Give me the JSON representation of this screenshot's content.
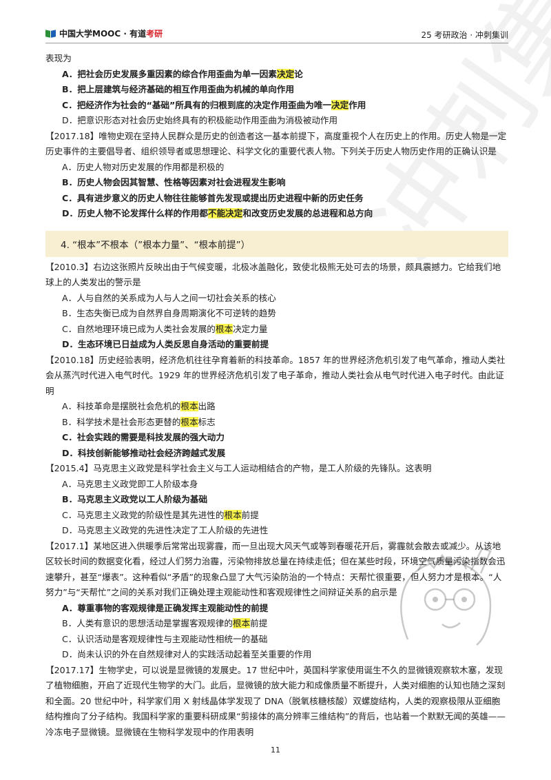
{
  "header": {
    "logo_text_main": "中国大学MOOC · 有道",
    "logo_text_accent": "考研",
    "right_title": "25 考研政治 · 冲刺集训"
  },
  "top": {
    "intro": "表现为",
    "options": [
      {
        "pre": "A．把社会历史发展多重因素的综合作用歪曲为单一因素",
        "hl": "决定",
        "post": "论",
        "bold": true
      },
      {
        "pre": "B．把上层建筑与经济基础的相互作用歪曲为机械的单向作用",
        "hl": "",
        "post": "",
        "bold": true
      },
      {
        "pre": "C．把经济作为社会的“基础”所具有的归根到底的决定作用歪曲为唯一",
        "hl": "决定",
        "post": "作用",
        "bold": true
      },
      {
        "pre": "D．把意识形态对社会历史始终具有的积极能动作用歪曲为消极被动作用",
        "hl": "",
        "post": "",
        "bold": false
      }
    ]
  },
  "q2017_18": {
    "stem": "【2017.18】唯物史观在坚持人民群众是历史的创造者这一基本前提下，高度重视个人在历史上的作用。历史人物是一定历史事件的主要倡导者、组织领导者或思想理论、科学文化的重要代表人物。下列关于历史人物历史作用的正确认识是",
    "options": [
      {
        "pre": "A．历史人物对历史发展的作用都是积极的",
        "hl": "",
        "post": "",
        "bold": false
      },
      {
        "pre": "B．历史人物会因其智慧、性格等因素对社会进程发生影响",
        "hl": "",
        "post": "",
        "bold": true
      },
      {
        "pre": "C．具有进步意义的历史人物往往能够首先发现或提出历史进程中新的历史任务",
        "hl": "",
        "post": "",
        "bold": true
      },
      {
        "pre": "D．历史人物不论发挥什么样的作用都",
        "hl": "不能决定",
        "post": "和改变历史发展的总进程和总方向",
        "bold": true
      }
    ]
  },
  "section4": {
    "title": "4. “根本”不根本（”根本力量”、“根本前提”）"
  },
  "q2010_3": {
    "stem": "【2010.3】右边这张照片反映出由于气候变暖，北极冰盖融化，致使北极熊无处可去的场景，颇具震撼力。它给我们地球上的人类发出的警示是",
    "options": [
      {
        "pre": "A．人与自然的关系成为人与人之间一切社会关系的核心",
        "hl": "",
        "post": "",
        "bold": false
      },
      {
        "pre": "B．生态失衡已成为自然界自身周期演化不可逆转的趋势",
        "hl": "",
        "post": "",
        "bold": false
      },
      {
        "pre": "C．自然地理环境已成为人类社会发展的",
        "hl": "根本",
        "post": "决定力量",
        "bold": false
      },
      {
        "pre": "D．生态环境已日益成为人类反思自身活动的重要前提",
        "hl": "",
        "post": "",
        "bold": true
      }
    ]
  },
  "q2010_18": {
    "stem": "【2010.18】历史经验表明，经济危机往往孕育着新的科技革命。1857 年的世界经济危机引发了电气革命，推动人类社会从蒸汽时代进入电气时代。1929 年的世界经济危机引发了电子革命，推动人类社会从电气时代进入电子时代。由此证明",
    "options": [
      {
        "pre": "A．科技革命是摆脱社会危机的",
        "hl": "根本",
        "post": "出路",
        "bold": false
      },
      {
        "pre": "B．科学技术是社会形态更替的",
        "hl": "根本",
        "post": "标志",
        "bold": false
      },
      {
        "pre": "C．社会实践的需要是科技发展的强大动力",
        "hl": "",
        "post": "",
        "bold": true
      },
      {
        "pre": "D．科技创新能够推动社会经济跨越式发展",
        "hl": "",
        "post": "",
        "bold": true
      }
    ]
  },
  "q2015_4": {
    "stem": "【2015.4】马克思主义政党是科学社会主义与工人运动相结合的产物，是工人阶级的先锋队。这表明",
    "options": [
      {
        "pre": "A．马克思主义政党即工人阶级本身",
        "hl": "",
        "post": "",
        "bold": false
      },
      {
        "pre": "B．马克思主义政党以工人阶级为基础",
        "hl": "",
        "post": "",
        "bold": true
      },
      {
        "pre": "C．马克思主义政党的阶级性是其先进性的",
        "hl": "根本",
        "post": "前提",
        "bold": false
      },
      {
        "pre": "D．马克思主义政党的先进性决定了工人阶级的先进性",
        "hl": "",
        "post": "",
        "bold": false
      }
    ]
  },
  "q2017_1": {
    "stem": "【2017.1】某地区进入供暖季后常常出现雾霾，而一旦出现大风天气或等到春暖花开后，雾霾就会散去或减少。从该地区较长时间的数据变化看，经过人们努力治霾，污染物排放总量在持续走低；但在某些时段，环境空气质量污染指数会迅速攀升，甚至“爆表”。这种看似“矛盾”的现象凸显了大气污染防治的一个特点：天帮忙很重要，但人努力才是根本。“人努力”与“天帮忙”之间的关系对我们正确处理主观能动性和客观规律性之间辩证关系的启示是",
    "options": [
      {
        "pre": "A．尊重事物的客观规律是正确发挥主观能动性的前提",
        "hl": "",
        "post": "",
        "bold": true
      },
      {
        "pre": "B．人类有意识的思想活动是掌握客观规律的",
        "hl": "根本",
        "post": "前提",
        "bold": false
      },
      {
        "pre": "C．认识活动是客观规律性与主观能动性相统一的基础",
        "hl": "",
        "post": "",
        "bold": false
      },
      {
        "pre": "D．尚未认识的外在自然规律对人的实践活动起着至关重要的作用",
        "hl": "",
        "post": "",
        "bold": false
      }
    ]
  },
  "q2017_17": {
    "stem": "【2017.17】生物学史，可以说是显微镜的发展史。17 世纪中叶，英国科学家使用诞生不久的显微镜观察软木塞，发现了植物细胞，开启了近现代生物学的大门。此后，显微镜的放大能力和成像质量不断提升，人类对细胞的认知也随之深刻和全面。20 世纪中叶，科学家们用 X 射线晶体学发现了 DNA（脱氧核糖核酸）双螺旋结构，人类的观察极限从亚细胞结构推向了分子结构。我国科学家的重要科研成果“剪接体的高分辨率三维结构”的背后，也站着一个默默无闻的英雄——冷冻电子显微镜。显微镜在生物科学发现中的作用表明"
  },
  "footer": {
    "page_number": "11"
  },
  "colors": {
    "highlight": "#f8f24a",
    "section_bg": "#f8efd2",
    "logo_green": "#2c8f3a",
    "logo_blue": "#1b5fb4",
    "logo_red": "#d8232a"
  }
}
